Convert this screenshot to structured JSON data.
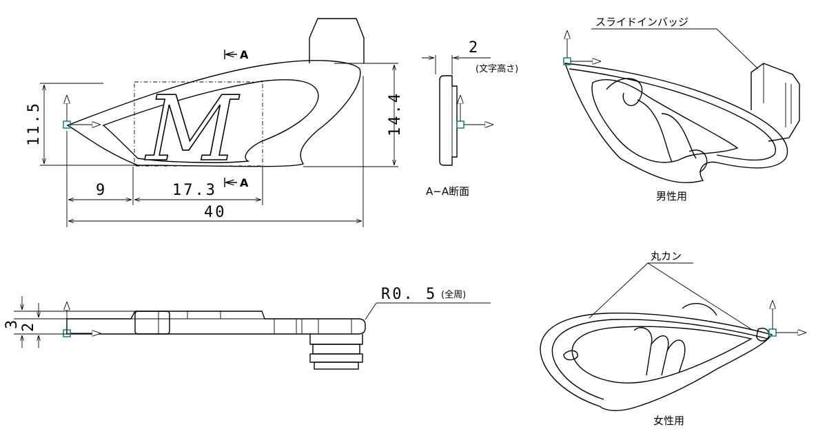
{
  "dims": {
    "width_total": "40",
    "offset_left": "9",
    "mark_width": "17.3",
    "height_left": "11.5",
    "height_right": "14.4",
    "char_height": "2",
    "char_height_note": "(文字高さ)",
    "side_total": "3",
    "side_inner": "2",
    "radius": "R0. 5",
    "radius_note": "(全周)"
  },
  "section": {
    "marker": "A",
    "caption": "A−A断面"
  },
  "callouts": {
    "slide_badge": "スライドインバッジ",
    "ring": "丸カン"
  },
  "captions": {
    "male": "男性用",
    "female": "女性用"
  },
  "monogram": "M"
}
